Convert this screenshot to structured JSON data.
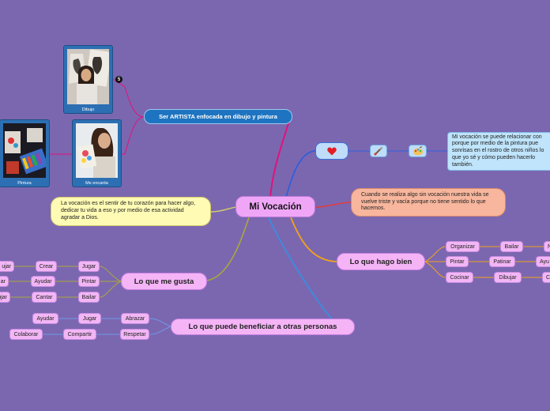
{
  "central": {
    "title": "Mi Vocación"
  },
  "artist_branch": {
    "title": "Ser ARTISTA enfocada en dibujo y pintura",
    "badge": "5",
    "images": [
      {
        "caption": "Dibujo"
      },
      {
        "caption": "Pintura"
      },
      {
        "caption": "Me encanta"
      }
    ]
  },
  "heart_branch": {
    "icons": [
      "heart-icon",
      "brush-icon",
      "painting-icon"
    ],
    "note": "Mi vocación se puede relacionar con porque por medio de la pintura pue sonrisas en el rostro de otros niños lo que yo sé y cómo pueden hacerlo también."
  },
  "definition_note": "La vocación es el sentir de tu corazón para hacer algo, dedicar tu vida a eso y por medio de esa actividad agradar a Dios.",
  "sad_note": "Cuando se realiza algo sin vocación nuestra vida se vuelve triste y vacía porque no tiene sentido lo que hacemos.",
  "lo_que_hago_bien": {
    "title": "Lo que hago bien",
    "rows": [
      [
        "Organizar",
        "Bailar",
        "N"
      ],
      [
        "Pintar",
        "Patinar",
        "Ayu"
      ],
      [
        "Cocinar",
        "Dibujar",
        "C"
      ]
    ]
  },
  "lo_que_me_gusta": {
    "title": "Lo que me gusta",
    "rows": [
      [
        "Jugar",
        "Crear",
        "ujar"
      ],
      [
        "Pintar",
        "Ayudar",
        "ar"
      ],
      [
        "Bailar",
        "Cantar",
        "ujar"
      ]
    ]
  },
  "beneficiar": {
    "title": "Lo que puede beneficiar a otras personas",
    "rows": [
      [
        "Abrazar",
        "Jugar",
        "Ayudar"
      ],
      [
        "Respetar",
        "Compartir",
        "Colaborar"
      ]
    ]
  },
  "colors": {
    "background": "#7b67b0",
    "central": "#f0a6f7",
    "topic": "#f4b4f6",
    "artist": "#1e74c0",
    "note_yellow": "#fffbb4",
    "note_salmon": "#f7b69d",
    "note_blue": "#bfe4fb",
    "line_pink": "#e2127a",
    "line_blue": "#2f5fdc",
    "line_red": "#e43b3b",
    "line_orange": "#f2a31a",
    "line_olive": "#a8a83a",
    "line_skyblue": "#3a8de0"
  }
}
